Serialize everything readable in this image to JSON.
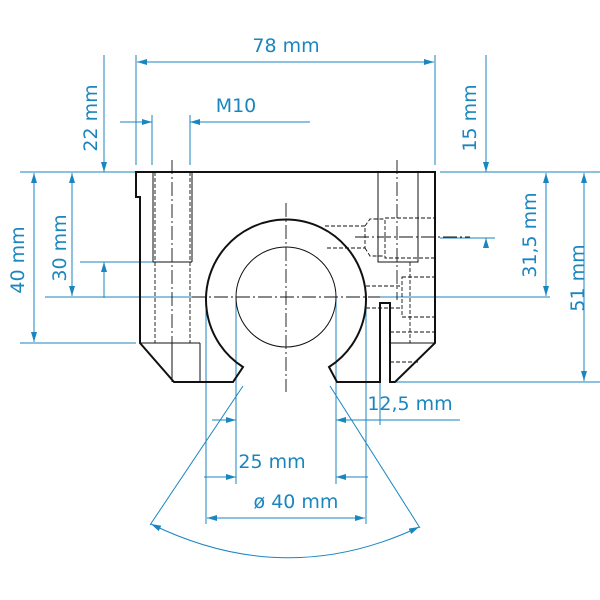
{
  "drawing": {
    "title": "Linear bearing housing dimensions",
    "line_color": "#1a86c0",
    "outline_color": "#111111",
    "dimensions": {
      "overall_width": "78 mm",
      "thread": "M10",
      "hole_depth": "22 mm",
      "center_height_left": "30 mm",
      "body_height": "40 mm",
      "top_offset": "15 mm",
      "center_height_right": "31,5 mm",
      "total_height": "51 mm",
      "slot": "12,5 mm",
      "opening": "25 mm",
      "bore_diameter": "ø 40 mm"
    }
  }
}
